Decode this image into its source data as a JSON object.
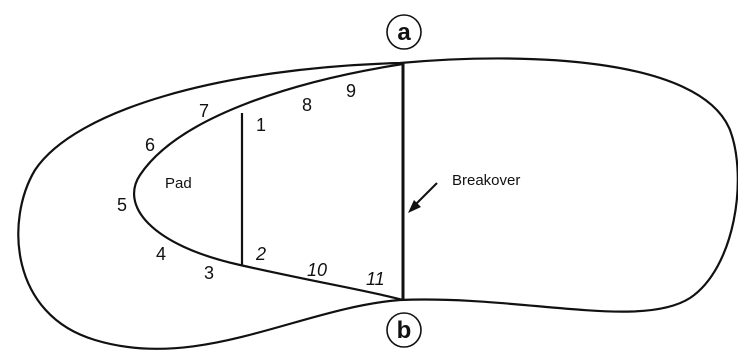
{
  "diagram": {
    "point_a": "a",
    "point_b": "b",
    "pad_label": "Pad",
    "breakover_label": "Breakover",
    "numbers": {
      "n1": "1",
      "n2": "2",
      "n3": "3",
      "n4": "4",
      "n5": "5",
      "n6": "6",
      "n7": "7",
      "n8": "8",
      "n9": "9",
      "n10": "10",
      "n11": "11"
    }
  }
}
